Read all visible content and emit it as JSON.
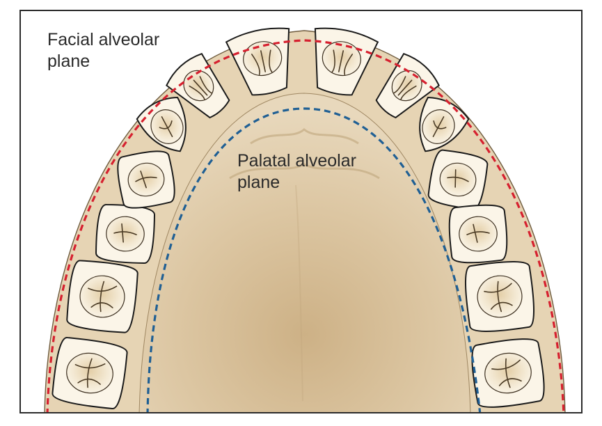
{
  "labels": {
    "facial": {
      "line1": "Facial alveolar",
      "line2": "plane"
    },
    "palatal": {
      "line1": "Palatal alveolar",
      "line2": "plane"
    }
  },
  "colors": {
    "facial_line": "#d6202f",
    "palatal_line": "#1f5f94",
    "gum": "#dcc6a2",
    "palate": "#d9c29c",
    "tooth": "#f6eedb",
    "outline": "#1a1a1a"
  },
  "icons": {
    "dental_arch": "maxillary-arch-illustration"
  }
}
